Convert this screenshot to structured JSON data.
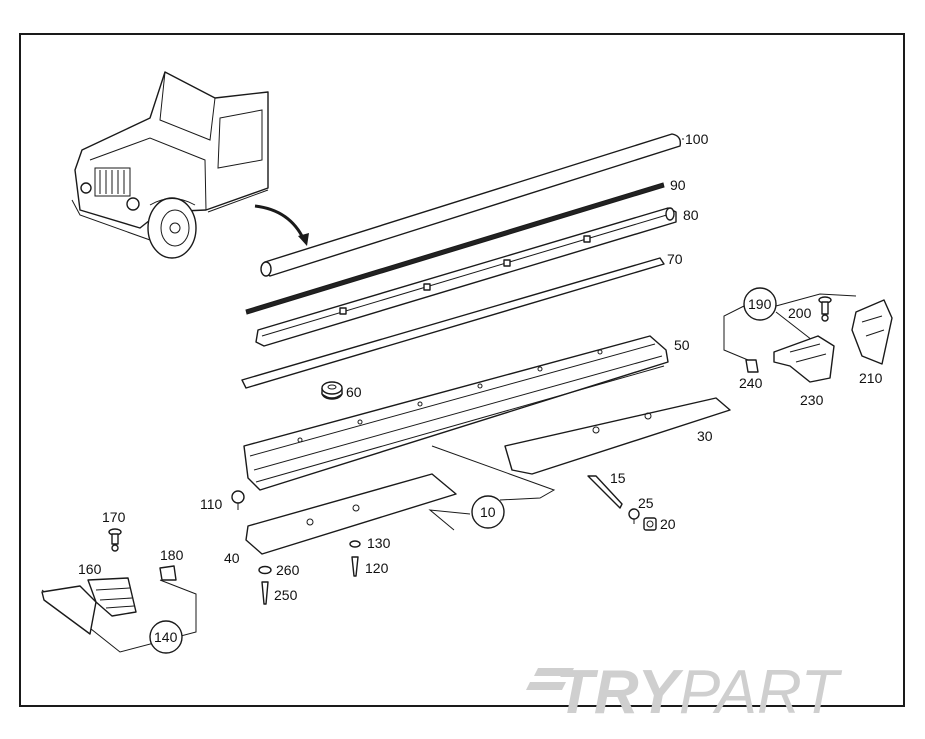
{
  "callouts": {
    "p100": "100",
    "p90": "90",
    "p80": "80",
    "p70": "70",
    "p60": "60",
    "p50": "50",
    "p30": "30",
    "p15": "15",
    "p25": "25",
    "p20": "20",
    "p10": "10",
    "p110": "110",
    "p40": "40",
    "p130": "130",
    "p120": "120",
    "p260": "260",
    "p250": "250",
    "p170": "170",
    "p180": "180",
    "p160": "160",
    "p140": "140",
    "p190": "190",
    "p200": "200",
    "p210": "210",
    "p240": "240",
    "p230": "230"
  },
  "watermark": {
    "bold_part": "TRY",
    "light_part": "PART"
  }
}
